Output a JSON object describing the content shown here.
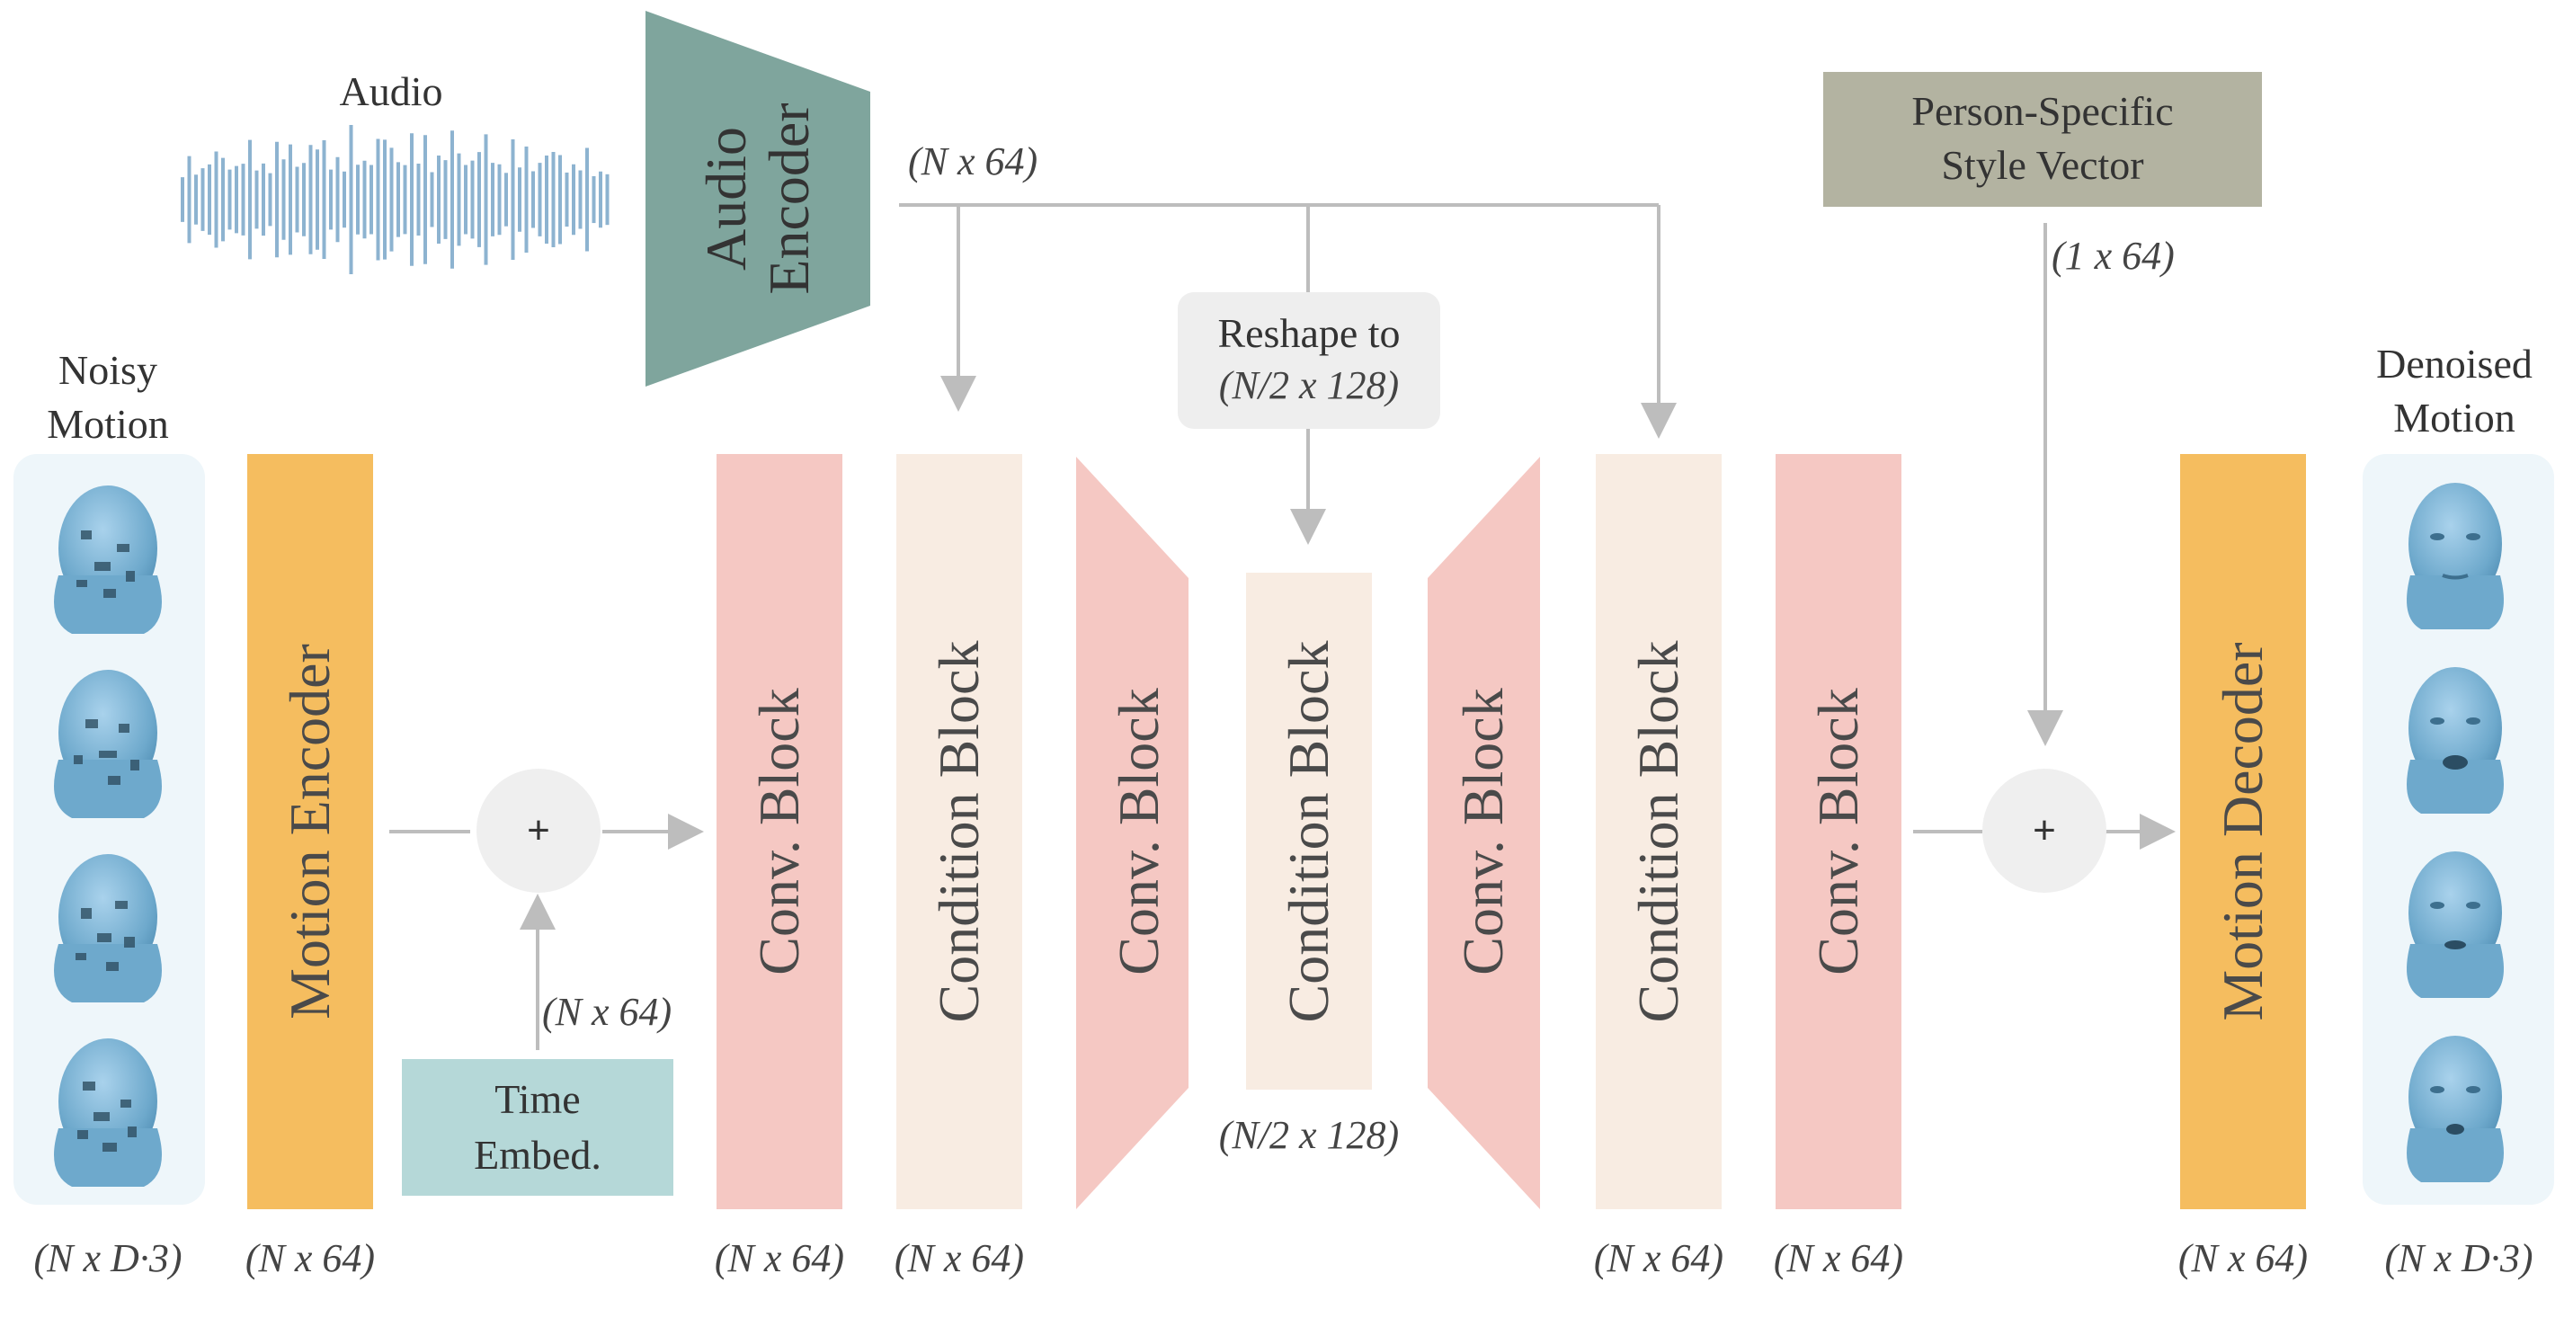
{
  "labels": {
    "audio": "Audio",
    "noisy_motion": "Noisy\nMotion",
    "denoised_motion": "Denoised\nMotion",
    "reshape": "Reshape to",
    "reshape_dim": "(N/2 x 128)",
    "style_vector": "Person-Specific\nStyle Vector",
    "time_embed": "Time\nEmbed.",
    "plus": "+"
  },
  "blocks": {
    "audio_encoder": "Audio\nEncoder",
    "motion_encoder": "Motion Encoder",
    "conv_block": "Conv. Block",
    "condition_block": "Condition Block",
    "motion_decoder": "Motion Decoder"
  },
  "dims": {
    "audio_out": "(N x 64)",
    "style_out": "(1 x 64)",
    "time_out": "(N x 64)",
    "bottleneck": "(N/2 x 128)",
    "input": "(N x D·3)",
    "motion_enc": "(N x 64)",
    "conv1": "(N x 64)",
    "cond1": "(N x 64)",
    "cond3": "(N x 64)",
    "conv4": "(N x 64)",
    "motion_dec": "(N x 64)",
    "output": "(N x D·3)"
  },
  "colors": {
    "audio_encoder": "#7fa59d",
    "motion_coder": "#f5bd5f",
    "conv_block": "#f5c8c3",
    "condition_block": "#f8ece2",
    "style_vector": "#b3b3a1",
    "time_embed": "#b5d8d8",
    "reshape_box": "#eeeeee",
    "waveform": "#8db3d0",
    "arrow": "#bdbdbd",
    "panel": "#eef6fa"
  }
}
